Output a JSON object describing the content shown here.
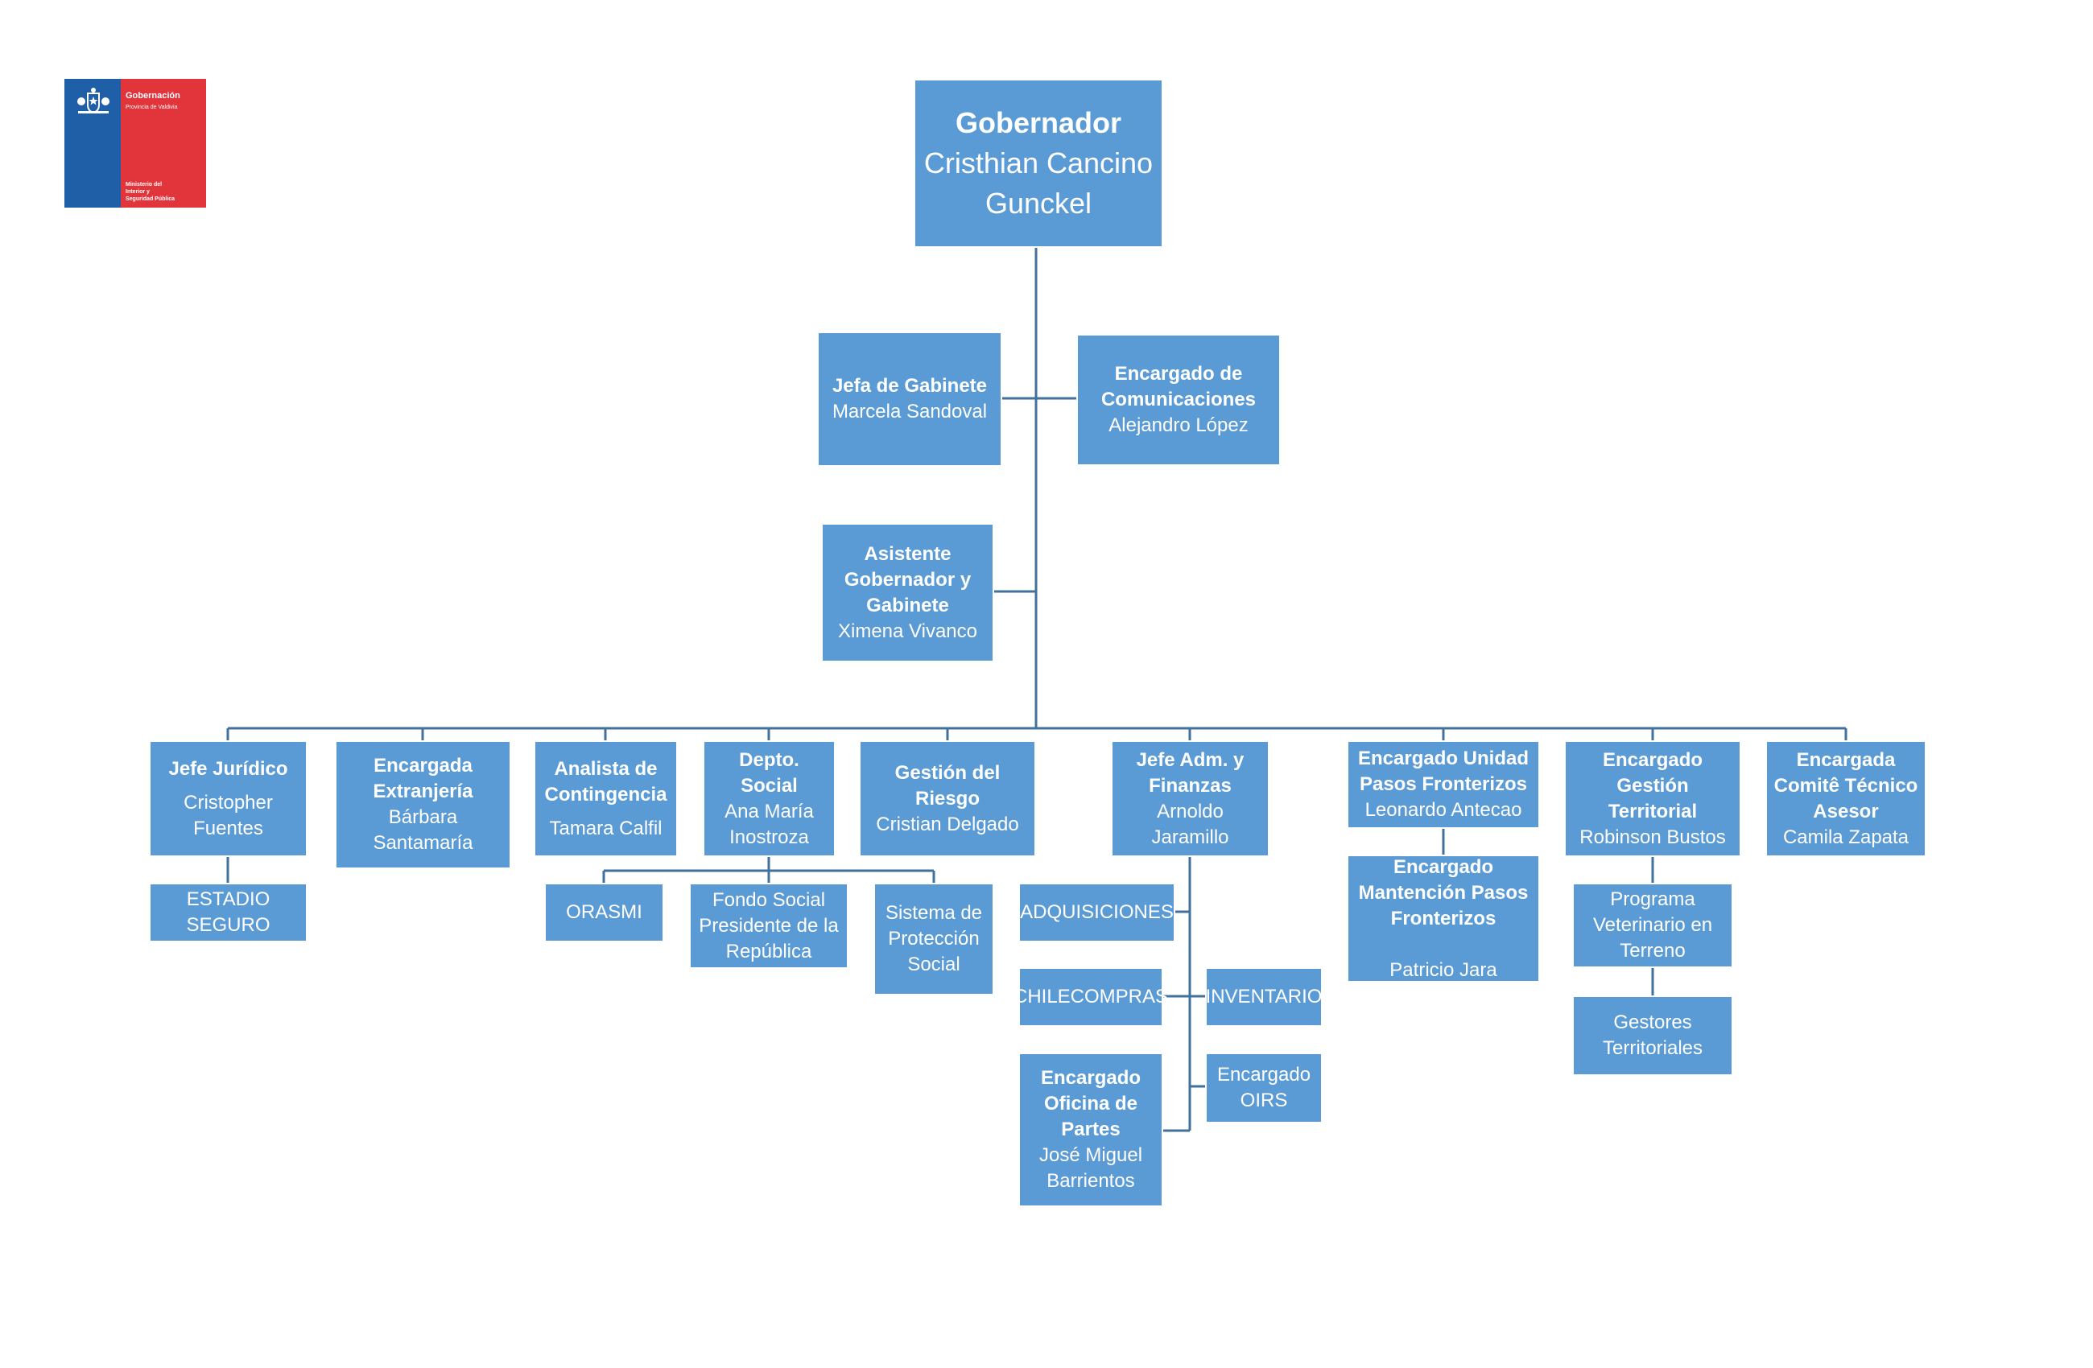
{
  "logo": {
    "title": "Gobernación",
    "subtitle": "Provincia de Valdivia",
    "ministry": "Ministerio del\nInterior y\nSeguridad Pública",
    "icon": "chile-coat-of-arms-icon",
    "colors": {
      "blue": "#1f5fa8",
      "red": "#e2343b"
    }
  },
  "colors": {
    "box": "#5b9bd5",
    "line": "#41719c",
    "text": "#ffffff"
  },
  "nodes": {
    "gobernador": {
      "title": "Gobernador",
      "name": "Cristhian Cancino\nGunckel"
    },
    "jefa_gabinete": {
      "title": "Jefa de Gabinete",
      "name": "Marcela Sandoval"
    },
    "comunicaciones": {
      "title": "Encargado de\nComunicaciones",
      "name": "Alejandro López"
    },
    "asistente": {
      "title": "Asistente\nGobernador y\nGabinete",
      "name": "Ximena Vivanco"
    },
    "juridico": {
      "title": "Jefe Jurídico",
      "name": "Cristopher\nFuentes"
    },
    "estadio": {
      "title": "",
      "name": "ESTADIO SEGURO"
    },
    "extranjeria": {
      "title": "Encargada\nExtranjería",
      "name": "Bárbara Santamaría"
    },
    "contingencia": {
      "title": "Analista de\nContingencia",
      "name": "Tamara Calfil"
    },
    "social": {
      "title": "Depto. Social",
      "name": "Ana María\nInostroza"
    },
    "orasmi": {
      "title": "",
      "name": "ORASMI"
    },
    "fondo_social": {
      "title": "",
      "name": "Fondo Social\nPresidente de la\nRepública"
    },
    "proteccion": {
      "title": "",
      "name": "Sistema de\nProtección\nSocial"
    },
    "riesgo": {
      "title": "Gestión del Riesgo",
      "name": "Cristian Delgado"
    },
    "finanzas": {
      "title": "Jefe Adm. y\nFinanzas",
      "name": "Arnoldo Jaramillo"
    },
    "adquisiciones": {
      "title": "",
      "name": "ADQUISICIONES"
    },
    "chilecompras": {
      "title": "",
      "name": "CHILECOMPRAS"
    },
    "inventario": {
      "title": "",
      "name": "INVENTARIO"
    },
    "partes": {
      "title": "Encargado\nOficina de\nPartes",
      "name": "José Miguel\nBarrientos"
    },
    "oirs": {
      "title": "",
      "name": "Encargado\nOIRS"
    },
    "pasos": {
      "title": "Encargado Unidad\nPasos Fronterizos",
      "name": "Leonardo Antecao"
    },
    "mantencion": {
      "title": "Encargado\nMantención Pasos\nFronterizos",
      "name": "\nPatricio Jara"
    },
    "territorial": {
      "title": "Encargado Gestión\nTerritorial",
      "name": "Robinson Bustos"
    },
    "veterinario": {
      "title": "",
      "name": "Programa\nVeterinario en\nTerreno"
    },
    "gestores": {
      "title": "",
      "name": "Gestores\nTerritoriales"
    },
    "comite": {
      "title": "Encargada\nComitê Técnico\nAsesor",
      "name": "Camila Zapata"
    }
  }
}
